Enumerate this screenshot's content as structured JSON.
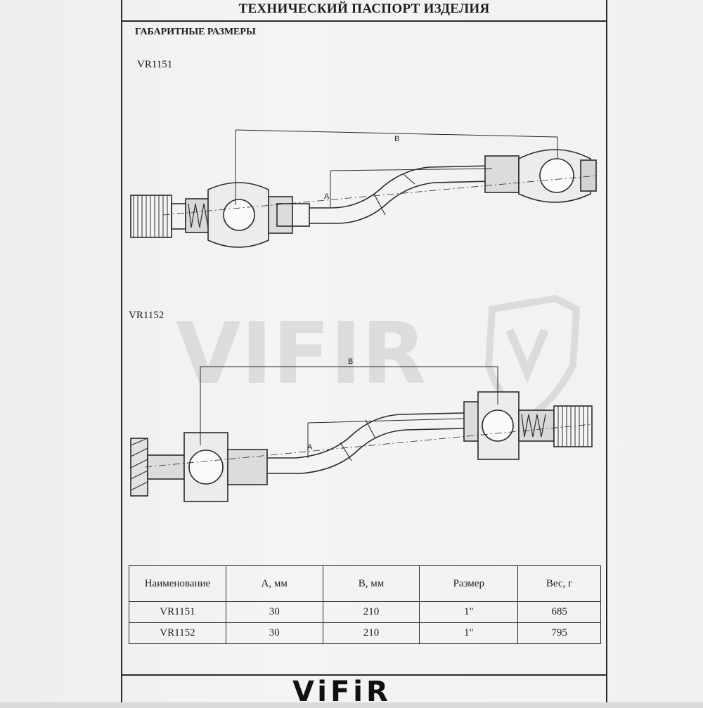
{
  "document": {
    "title": "ТЕХНИЧЕСКИЙ ПАСПОРТ ИЗДЕЛИЯ",
    "section_heading": "ГАБАРИТНЫЕ РАЗМЕРЫ",
    "brand": "ViFiR"
  },
  "drawings": [
    {
      "model": "VR1151",
      "dim_a_label": "A",
      "dim_b_label": "B"
    },
    {
      "model": "VR1152",
      "dim_a_label": "A",
      "dim_b_label": "B"
    }
  ],
  "table": {
    "headers": [
      "Наименование",
      "А, мм",
      "В, мм",
      "Размер",
      "Вес, г"
    ],
    "rows": [
      [
        "VR1151",
        "30",
        "210",
        "1\"",
        "685"
      ],
      [
        "VR1152",
        "30",
        "210",
        "1\"",
        "795"
      ]
    ]
  }
}
